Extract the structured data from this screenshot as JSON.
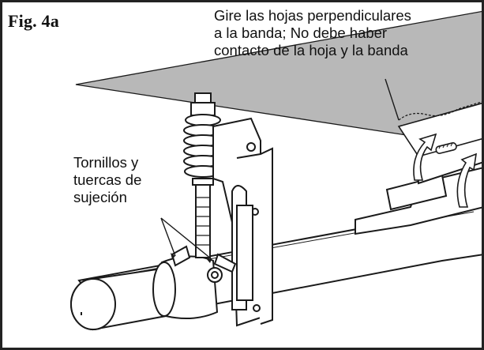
{
  "figure": {
    "label": "Fig. 4a"
  },
  "callouts": {
    "blade_instruction": [
      "Gire las hojas perpendiculares",
      "a la banda; No debe haber",
      "contacto de la hoja y la banda"
    ],
    "fasteners": [
      "Tornillos y",
      "tuercas de",
      "sujeción"
    ]
  },
  "colors": {
    "belt_gray": "#b5b5b5",
    "line": "#1a1a1a",
    "paper": "#ffffff"
  }
}
